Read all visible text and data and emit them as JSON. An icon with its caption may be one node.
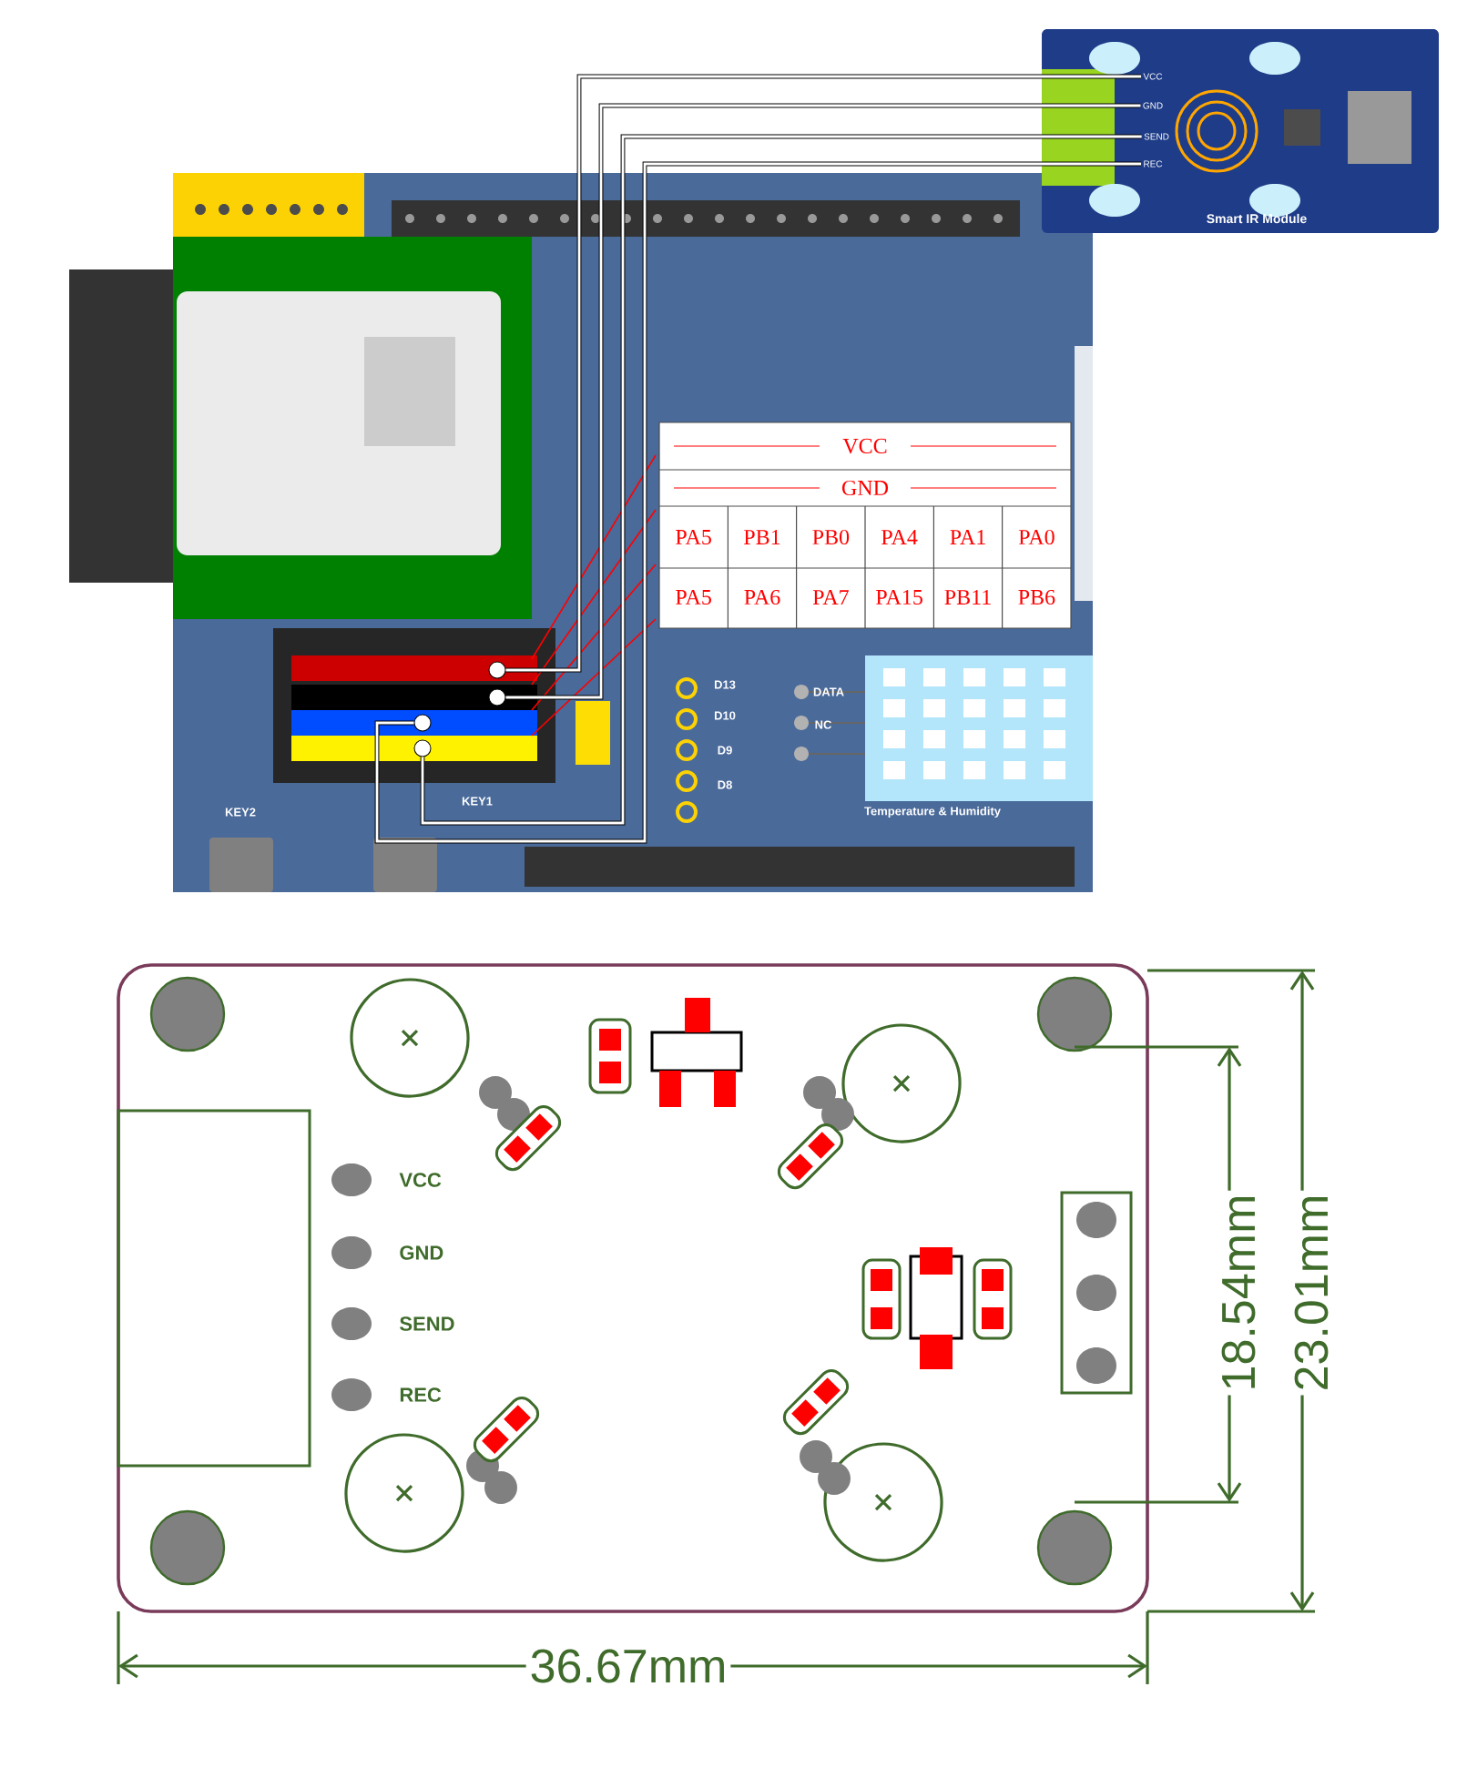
{
  "diagram": {
    "nodes": [
      {
        "text": [
          "Smart IR Module"
        ]
      },
      {
        "text": [
          "VCC"
        ],
        "in": 0
      },
      {
        "text": [
          "GND"
        ],
        "in": 0
      },
      {
        "text": [
          "SEND"
        ],
        "in": 0
      },
      {
        "text": [
          "REC"
        ],
        "in": 0
      },
      {
        "text": [],
        "shape": "circle"
      },
      {
        "text": [],
        "shape": "circle"
      },
      {
        "text": [],
        "shape": "circle"
      },
      {
        "text": [],
        "shape": "circle"
      }
    ],
    "edges": [
      {
        "from": 1,
        "to": 5,
        "arrow": "none"
      },
      {
        "from": 2,
        "to": 6,
        "arrow": "none"
      },
      {
        "from": 3,
        "to": 8,
        "arrow": "none"
      },
      {
        "from": 4,
        "to": 7,
        "arrow": "none"
      }
    ],
    "labels": [
      "VCC",
      "GND",
      "PA5",
      "PB1",
      "PB0",
      "PA4",
      "PA1",
      "PA0",
      "PA5",
      "PA6",
      "PA7",
      "PA15",
      "PB11",
      "PB6",
      "D13",
      "DATA",
      "D10",
      "NC",
      "D9",
      "D8",
      "KEY2",
      "KEY1",
      "Temperature & Humidity",
      "VCC",
      "GND",
      "SEND",
      "REC",
      "18.54mm",
      "23.01mm",
      "36.67mm"
    ]
  }
}
